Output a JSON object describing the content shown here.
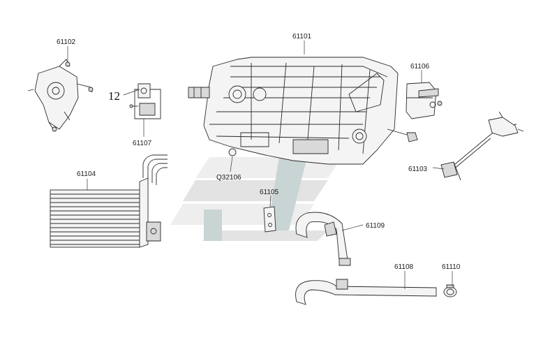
{
  "callouts": {
    "p61101": "61101",
    "p61102": "61102",
    "p61103": "61103",
    "p61104": "61104",
    "p61105": "61105",
    "p61106": "61106",
    "p61107": "61107",
    "p61108": "61108",
    "p61109": "61109",
    "p61110": "61110",
    "q32106": "Q32106",
    "ref12": "12"
  },
  "colors": {
    "line": "#2a2a2a",
    "watermark": "#e3e3e3",
    "watermark_accent": "#c9d4d4"
  }
}
